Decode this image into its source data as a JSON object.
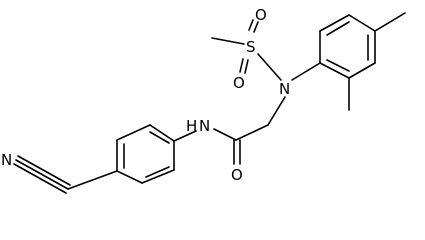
{
  "atoms": {
    "nitrile_N": "N",
    "amide_N": "N",
    "amide_H": "H",
    "carbonyl_O": "O",
    "sulfonyl_S": "S",
    "sulfonyl_O_top": "O",
    "sulfonyl_O_bottom": "O",
    "sulfonamide_N": "N"
  }
}
